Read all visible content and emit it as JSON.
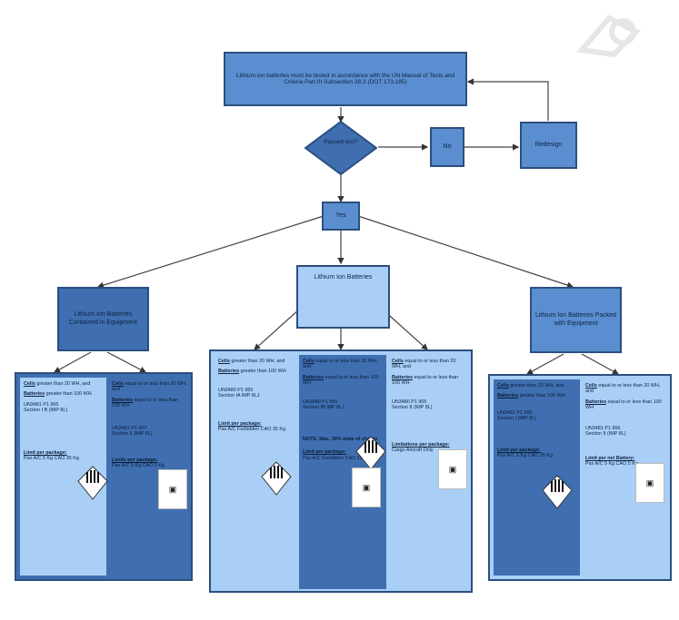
{
  "top_box": {
    "text": "Lithium ion batteries must be tested in accordance with the UN Manual of Tests and Criteria Part III Subsection 38.3 (DOT 173.185)"
  },
  "decision": {
    "text": "Passed test?"
  },
  "no_box": {
    "text": "No"
  },
  "redesign_box": {
    "text": "Redesign"
  },
  "yes_box": {
    "text": "Yes"
  },
  "branches": {
    "left": {
      "text": "Lithium Ion Batteries Contained in Equipment"
    },
    "center": {
      "text": "Lithium Ion Batteries"
    },
    "right": {
      "text": "Lithium Ion Batteries Packed with Equipment"
    }
  },
  "left_panel": {
    "c1": {
      "cells_title": "Cells",
      "cells_text": "greater than 20 WH, and",
      "batt_title": "Batteries",
      "batt_text": "greater than 100 WH",
      "class": "UN3481 P1 965 Section I B (IMP 8L)",
      "limits_title": "Limit per package:",
      "limits": "Pax A/C 5 Kg CAO 35 Kg"
    },
    "c2": {
      "cells_title": "Cells",
      "cells_text": "equal to or less than 20 WH, and",
      "batt_title": "Batteries",
      "batt_text": "equal to or less than 100 WH",
      "class": "UN3481 P1 967 Section II (IMP 8L)",
      "limits_title": "Limits per package:",
      "limits": "Pax A/C 5 Kg CAO 5 Kg"
    }
  },
  "center_panel": {
    "c1": {
      "cells_title": "Cells",
      "cells_text": "greater than 20 WH, and",
      "batt_title": "Batteries",
      "batt_text": "greater than 100 WH",
      "class": "UN3480 P1 965 Section IA IMP 8LJ",
      "limits_title": "Limit per package:",
      "limits": "Pax A/C Forbidden CAO 35 Kg"
    },
    "c2": {
      "cells_title": "Cells",
      "cells_text": "equal to or less than 20 WH, and",
      "batt_title": "Batteries",
      "batt_text": "equal to or less than 100 WH",
      "class": "UN3480 P1 965 Section IB IMP 8LJ",
      "note": "NOTE: Max. 30% state of charge",
      "limits_title": "Limit per package:",
      "limits": "Pax A/C Forbidden CAO 10 Kg"
    },
    "c3": {
      "cells_title": "Cells",
      "cells_text": "equal to or less than 20 WH, and",
      "batt_title": "Batteries",
      "batt_text": "equal to or less than 100 WH",
      "class": "UN3480 P1 965 Section II (IMP 8L)",
      "limits_title": "Limitations per package:",
      "limits": "Cargo Aircraft Only"
    }
  },
  "right_panel": {
    "c1": {
      "cells_title": "Cells",
      "cells_text": "greater than 20 WH, and",
      "batt_title": "Batteries",
      "batt_text": "greater than 100 WH",
      "class": "UN3481 P1 966 Section I (IMP 8L)",
      "limits_title": "Limit per package:",
      "limits": "Pax A/C 5 Kg CAO 35 Kg"
    },
    "c2": {
      "cells_title": "Cells",
      "cells_text": "equal to or less than 20 WH, and",
      "batt_title": "Batteries",
      "batt_text": "equal to or less than 100 WH",
      "class": "UN3481 P1 966 Section II (IMP 8L)",
      "limits_title": "Limit per net Battery:",
      "limits": "Pax A/C 5 Kg CAO 5 Kg"
    }
  },
  "icons": {
    "hazard": "class-9-hazard-icon",
    "placard": "lithium-battery-mark-icon"
  },
  "colors": {
    "dark": "#3f6fb0",
    "mid": "#5b8ed0",
    "light": "#a9cff7",
    "border": "#2b4f7e"
  }
}
